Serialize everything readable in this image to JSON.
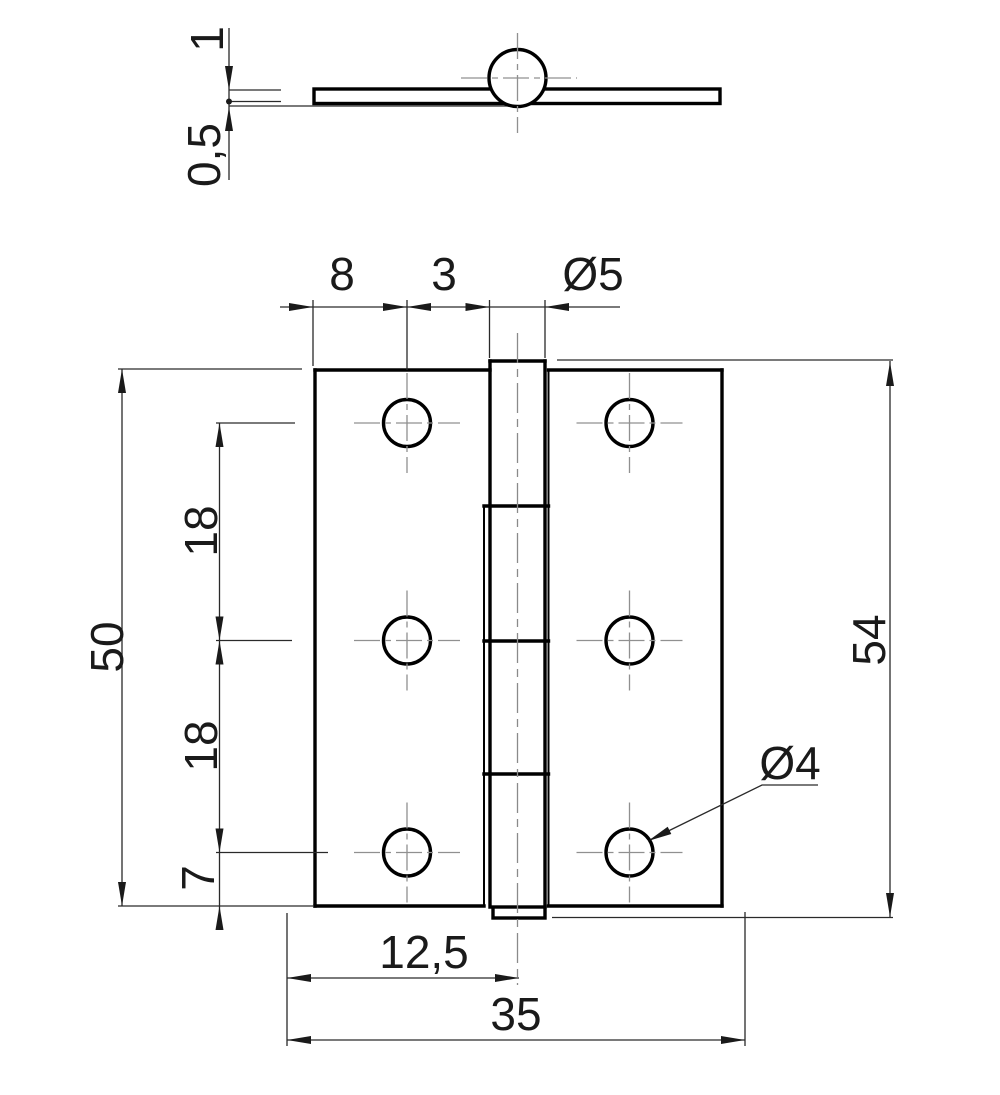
{
  "drawing": {
    "colors": {
      "background": "#ffffff",
      "outline": "#000000",
      "dimension": "#2a2a2a",
      "centerline": "#909090"
    },
    "labels": {
      "leaf_thickness": "1",
      "leaf_offset": "0,5",
      "edge_to_hole": "8",
      "hole_to_knuckle": "3",
      "pin_diameter": "Ø5",
      "plate_height": "50",
      "hole_pitch_upper": "18",
      "hole_pitch_lower": "18",
      "bottom_margin": "7",
      "overall_height": "54",
      "hole_diameter": "Ø4",
      "center_offset": "12,5",
      "plate_width": "35"
    }
  }
}
